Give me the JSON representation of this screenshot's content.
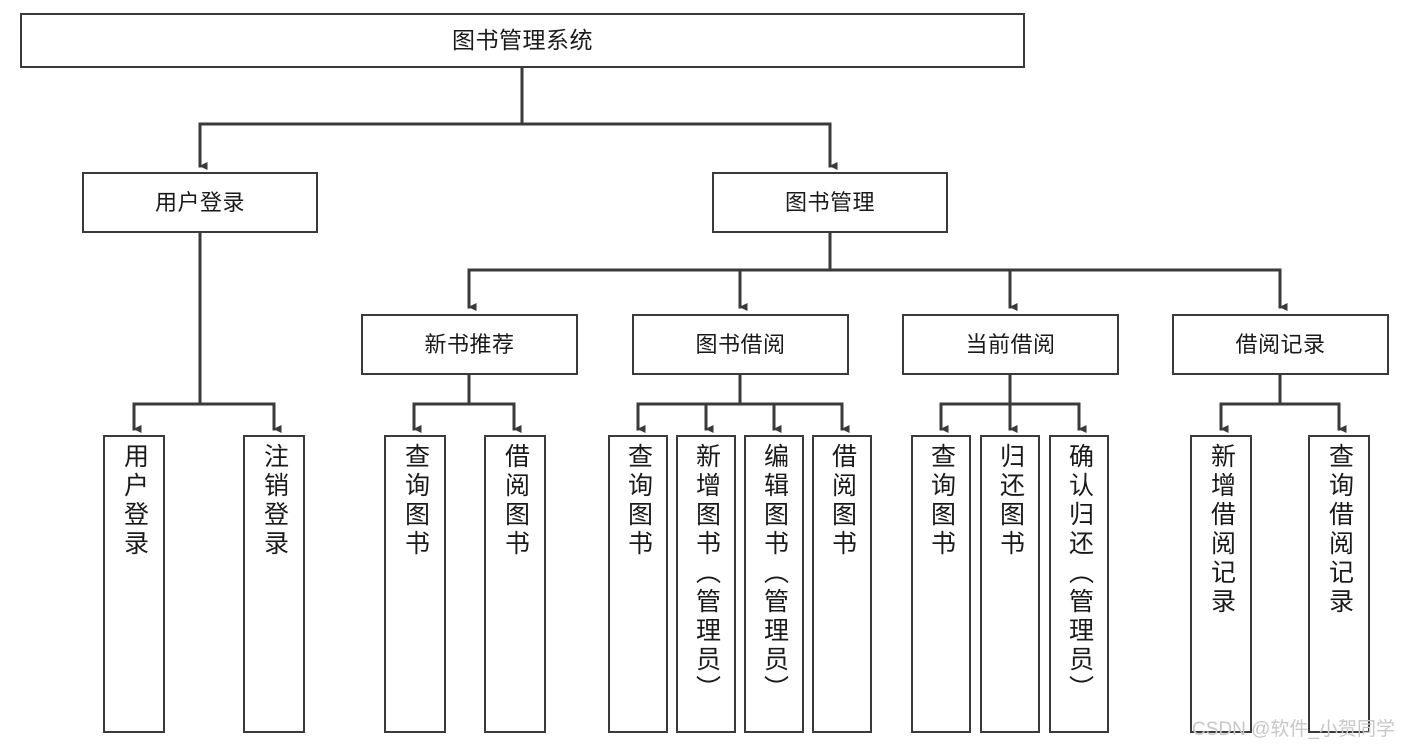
{
  "diagram": {
    "title": "图书管理系统",
    "type": "tree-structure-chart",
    "colors": {
      "box_border": "#3a3a3a",
      "box_fill": "#ffffff",
      "line": "#3a3a3a",
      "text": "#1a1a1a",
      "watermark": "#c7c7c7",
      "background": "#ffffff"
    },
    "root": {
      "label": "图书管理系统"
    },
    "level2": [
      {
        "label": "用户登录"
      },
      {
        "label": "图书管理"
      }
    ],
    "level3": [
      {
        "label": "新书推荐"
      },
      {
        "label": "图书借阅"
      },
      {
        "label": "当前借阅"
      },
      {
        "label": "借阅记录"
      }
    ],
    "leaves": {
      "user_login": [
        {
          "label": "用户登录"
        },
        {
          "label": "注销登录"
        }
      ],
      "new_book_recommend": [
        {
          "label": "查询图书"
        },
        {
          "label": "借阅图书"
        }
      ],
      "book_borrow": [
        {
          "label": "查询图书"
        },
        {
          "label": "新增图书（管理员）"
        },
        {
          "label": "编辑图书（管理员）"
        },
        {
          "label": "借阅图书"
        }
      ],
      "current_borrow": [
        {
          "label": "查询图书"
        },
        {
          "label": "归还图书"
        },
        {
          "label": "确认归还（管理员）"
        }
      ],
      "borrow_record": [
        {
          "label": "新增借阅记录"
        },
        {
          "label": "查询借阅记录"
        }
      ]
    }
  },
  "watermark": {
    "text": "CSDN @软件_小贺同学"
  }
}
